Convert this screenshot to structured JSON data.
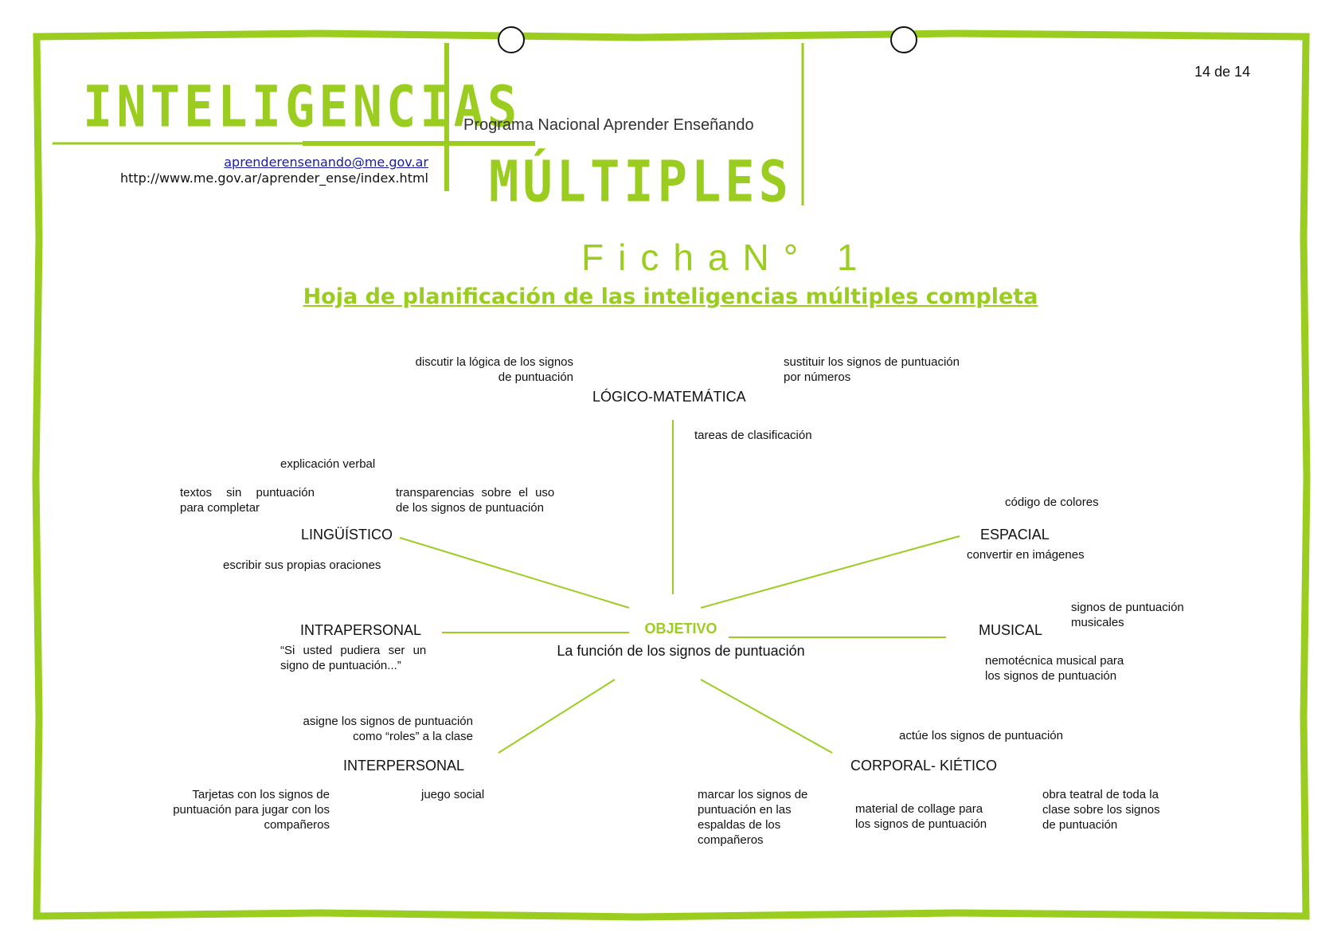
{
  "header": {
    "logo_top": "INTELIGENCIAS",
    "logo_bottom": "MÚLTIPLES",
    "program": "Programa Nacional Aprender Enseñando",
    "email": "aprenderensenando@me.gov.ar",
    "url": "http://www.me.gov.ar/aprender_ense/index.html",
    "page_number": "14 de 14"
  },
  "title": {
    "ficha": "FichaN° 1",
    "subtitle": "Hoja de planificación de las inteligencias múltiples completa"
  },
  "colors": {
    "accent": "#9acd1f",
    "text": "#111111",
    "link": "#1a1aa8"
  },
  "diagram": {
    "center": {
      "label": "OBJETIVO",
      "description": "La función de los signos de puntuación"
    },
    "nodes": {
      "logico": "LÓGICO-MATEMÁTICA",
      "linguistico": "LINGÜÍSTICO",
      "espacial": "ESPACIAL",
      "intrapersonal": "INTRAPERSONAL",
      "musical": "MUSICAL",
      "interpersonal": "INTERPERSONAL",
      "corporal": "CORPORAL- KIÉTICO"
    },
    "notes": {
      "logico_1": [
        "discutir la lógica de los signos",
        "de puntuación"
      ],
      "logico_2": [
        "sustituir los signos de puntuación",
        "por números"
      ],
      "logico_3": [
        "tareas de clasificación"
      ],
      "ling_1": [
        "explicación verbal"
      ],
      "ling_2": [
        "textos sin puntuación",
        "para completar"
      ],
      "ling_3": [
        "transparencias sobre el uso",
        "de los signos de puntuación"
      ],
      "ling_4": [
        "escribir sus propias oraciones"
      ],
      "esp_1": [
        "código de colores"
      ],
      "esp_2": [
        "convertir en imágenes"
      ],
      "intra_1": [
        "“Si usted pudiera ser un",
        "signo de puntuación...”"
      ],
      "mus_1": [
        "signos de puntuación",
        "musicales"
      ],
      "mus_2": [
        "nemotécnica musical para",
        "los signos de puntuación"
      ],
      "inter_1": [
        "asigne los signos de puntuación",
        "como “roles” a la clase"
      ],
      "inter_2": [
        "Tarjetas con los signos de",
        "puntuación para jugar con los",
        "compañeros"
      ],
      "inter_3": [
        "juego social"
      ],
      "corp_1": [
        "actúe los signos de puntuación"
      ],
      "corp_2": [
        "marcar los signos de",
        "puntuación en las",
        "espaldas de los",
        "compañeros"
      ],
      "corp_3": [
        "material de collage para",
        "los signos de puntuación"
      ],
      "corp_4": [
        "obra teatral de toda la",
        "clase sobre los signos",
        "de puntuación"
      ]
    }
  }
}
